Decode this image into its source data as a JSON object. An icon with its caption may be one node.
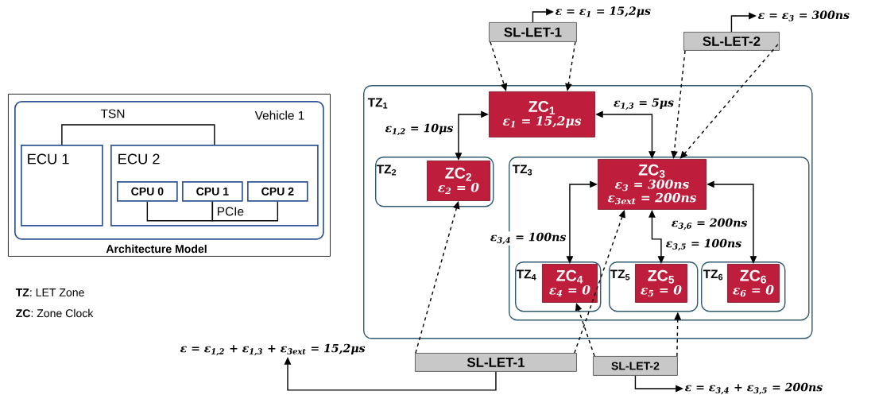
{
  "diagram": {
    "nodes": [
      {
        "text": [
          "Architecture Model"
        ]
      },
      {
        "text": [
          "Vehicle 1"
        ],
        "in": 0
      },
      {
        "text": [
          "ECU 1"
        ],
        "in": 1
      },
      {
        "text": [
          "ECU 2"
        ],
        "in": 1
      },
      {
        "text": [
          "CPU 0"
        ],
        "in": 3
      },
      {
        "text": [
          "CPU 1"
        ],
        "in": 3
      },
      {
        "text": [
          "CPU 2"
        ],
        "in": 3
      },
      {
        "text": [
          "TZ$_{1}$"
        ]
      },
      {
        "text": [
          "ZC$_{1}$",
          "ε$_{1}$ = 15,2μs"
        ],
        "in": 7
      },
      {
        "text": [
          "TZ$_{2}$"
        ],
        "in": 7
      },
      {
        "text": [
          "ZC$_{2}$",
          "ε$_{2}$ = 0"
        ],
        "in": 9
      },
      {
        "text": [
          "TZ$_{3}$"
        ],
        "in": 7
      },
      {
        "text": [
          "ZC$_{3}$",
          "ε$_{3}$ = 300ns",
          "ε$_{3ext}$ = 200ns"
        ],
        "in": 11
      },
      {
        "text": [
          "TZ$_{4}$"
        ],
        "in": 11
      },
      {
        "text": [
          "ZC$_{4}$",
          "ε$_{4}$ = 0"
        ],
        "in": 13
      },
      {
        "text": [
          "TZ$_{5}$"
        ],
        "in": 11
      },
      {
        "text": [
          "ZC$_{5}$",
          "ε$_{5}$ = 0"
        ],
        "in": 15
      },
      {
        "text": [
          "TZ$_{6}$"
        ],
        "in": 11
      },
      {
        "text": [
          "ZC$_{6}$",
          "ε$_{6}$ = 0"
        ],
        "in": 17
      },
      {
        "text": [
          "SL-LET-1"
        ]
      },
      {
        "text": [
          "SL-LET-2"
        ]
      },
      {
        "text": [
          "SL-LET-1"
        ]
      },
      {
        "text": [
          "SL-LET-2"
        ]
      },
      {
        "text": [
          "ε = ε$_{1}$ = 15,2μs"
        ]
      },
      {
        "text": [
          "ε = ε$_{3}$ = 300ns"
        ]
      },
      {
        "text": [
          "ε = ε$_{1,2}$ + ε$_{1,3}$ + ε$_{3ext}$ = 15,2μs"
        ]
      },
      {
        "text": [
          "ε = ε$_{3,4}$ + ε$_{3,5}$ = 200ns"
        ]
      }
    ],
    "edges": [
      {
        "from": 2,
        "to": 3,
        "arrow": "none",
        "label": "TSN"
      },
      {
        "from": 4,
        "to": 5,
        "arrow": "none"
      },
      {
        "from": 5,
        "to": 6,
        "arrow": "none",
        "label": "PCIe"
      },
      {
        "from": 8,
        "to": 10,
        "arrow": "both",
        "label": "ε$_{1,2}$ = 10μs"
      },
      {
        "from": 8,
        "to": 12,
        "arrow": "both",
        "label": "ε$_{1,3}$ = 5μs"
      },
      {
        "from": 12,
        "to": 14,
        "arrow": "both",
        "label": "ε$_{3,4}$ = 100ns"
      },
      {
        "from": 12,
        "to": 16,
        "arrow": "both",
        "label": "ε$_{3,5}$ = 100ns"
      },
      {
        "from": 12,
        "to": 18,
        "arrow": "both",
        "label": "ε$_{3,6}$ = 200ns"
      },
      {
        "from": 19,
        "to": 8,
        "arrow": "to",
        "style": "dashed"
      },
      {
        "from": 19,
        "to": 8,
        "arrow": "to",
        "style": "dashed"
      },
      {
        "from": 20,
        "to": 12,
        "arrow": "to",
        "style": "dashed"
      },
      {
        "from": 20,
        "to": 12,
        "arrow": "to",
        "style": "dashed"
      },
      {
        "from": 21,
        "to": 10,
        "arrow": "to",
        "style": "dashed"
      },
      {
        "from": 21,
        "to": 12,
        "arrow": "to",
        "style": "dashed"
      },
      {
        "from": 22,
        "to": 14,
        "arrow": "to",
        "style": "dashed"
      },
      {
        "from": 22,
        "to": 15,
        "arrow": "to",
        "style": "dashed"
      },
      {
        "from": 19,
        "to": 23,
        "arrow": "to"
      },
      {
        "from": 20,
        "to": 24,
        "arrow": "to"
      },
      {
        "from": 21,
        "to": 25,
        "arrow": "to"
      },
      {
        "from": 22,
        "to": 26,
        "arrow": "to"
      }
    ],
    "labels": [
      "**TZ**: LET Zone",
      "**ZC**: Zone Clock"
    ]
  }
}
